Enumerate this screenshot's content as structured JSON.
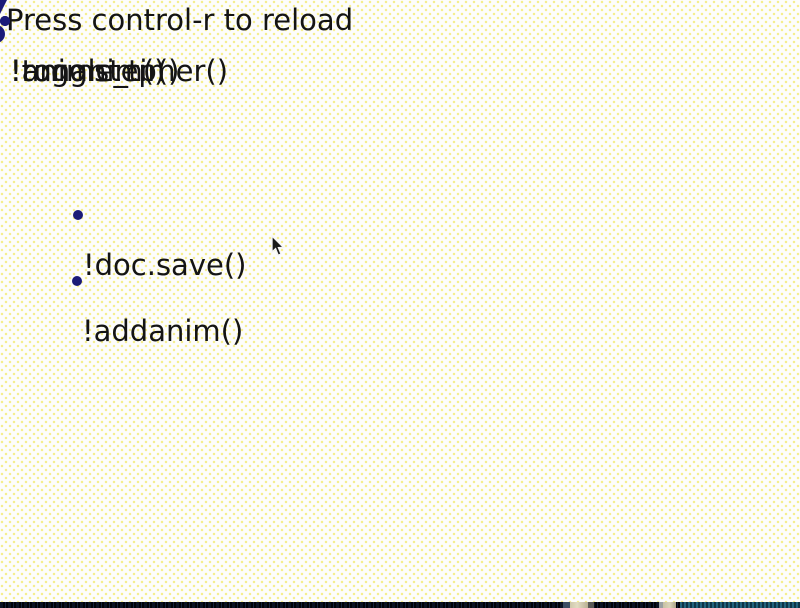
{
  "page": {
    "title": "Press control-r to reload",
    "text_color": "#141414",
    "background_base": "#fdfdfc",
    "background_dot_color": "#f4ec82",
    "accent_navy": "#1b1b78"
  },
  "commands": [
    {
      "label": "!doc.save()"
    },
    {
      "label": "!addanim()"
    },
    {
      "label": "!runanim()"
    },
    {
      "label": "!animstep()"
    },
    {
      "label": "!toggle_timer()"
    }
  ],
  "taskbar": {
    "base_color": "#0b1322",
    "button_color": "#cfc8ac",
    "clock_area_color": "#20637c"
  }
}
